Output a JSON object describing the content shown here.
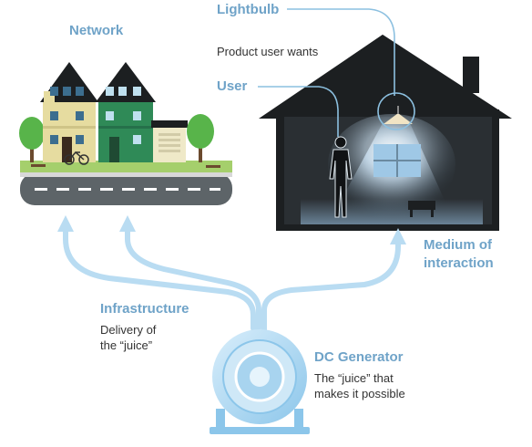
{
  "labels": {
    "network": "Network",
    "lightbulb": "Lightbulb",
    "lightbulb_sub": "Product user wants",
    "user": "User",
    "medium_line1": "Medium of",
    "medium_line2": "interaction",
    "infrastructure": "Infrastructure",
    "infra_sub_line1": "Delivery of",
    "infra_sub_line2": "the “juice”",
    "generator": "DC Generator",
    "generator_sub_line1": "The “juice” that",
    "generator_sub_line2": "makes it possible"
  },
  "colors": {
    "accent_blue": "#6fa3c8",
    "arrow_blue": "#b9dcf2",
    "house_dark": "#1c1f21",
    "road": "#5d6468",
    "green_house": "#2f8a57",
    "yellow_house": "#e6dca0",
    "tree_green": "#58b44a"
  },
  "icons": {
    "network": "town-street-icon",
    "house": "dark-house-icon",
    "generator": "dc-generator-icon"
  }
}
